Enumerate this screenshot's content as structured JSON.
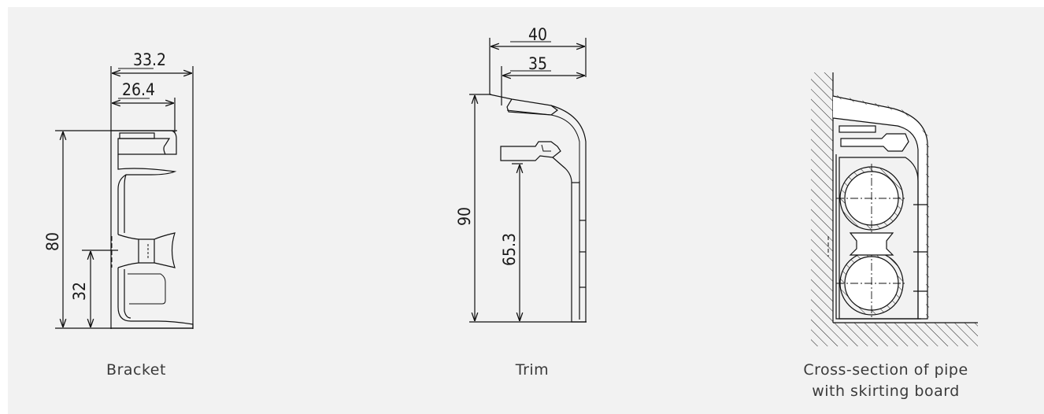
{
  "bracket": {
    "caption": "Bracket",
    "dims": {
      "width_outer": "33.2",
      "width_inner": "26.4",
      "height": "80",
      "height_low": "32"
    }
  },
  "trim": {
    "caption": "Trim",
    "dims": {
      "width_outer": "40",
      "width_inner": "35",
      "height": "90",
      "height_low": "65.3"
    }
  },
  "cross_section": {
    "caption_line1": "Cross-section of pipe",
    "caption_line2": "with skirting board"
  }
}
